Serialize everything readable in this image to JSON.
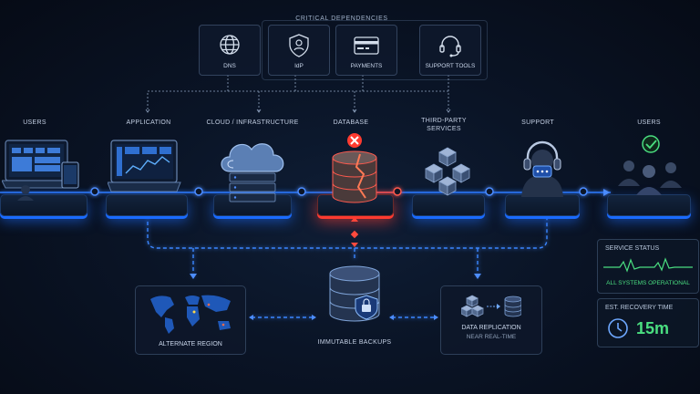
{
  "dependencies": {
    "title": "CRITICAL DEPENDENCIES",
    "items": [
      {
        "label": "DNS",
        "icon": "globe-icon"
      },
      {
        "label": "IdP",
        "icon": "shield-user-icon"
      },
      {
        "label": "PAYMENTS",
        "icon": "credit-card-icon"
      },
      {
        "label": "SUPPORT TOOLS",
        "icon": "headset-icon"
      }
    ]
  },
  "flow": {
    "stages": [
      {
        "label": "USERS",
        "icon": "laptop-devices-icon"
      },
      {
        "label": "APPLICATION",
        "icon": "dashboard-laptop-icon"
      },
      {
        "label": "CLOUD / INFRASTRUCTURE",
        "icon": "cloud-server-icon"
      },
      {
        "label": "DATABASE",
        "icon": "database-icon",
        "status": "failed"
      },
      {
        "label": "THIRD-PARTY SERVICES",
        "icon": "cubes-icon"
      },
      {
        "label": "SUPPORT",
        "icon": "headset-icon"
      },
      {
        "label": "USERS",
        "icon": "users-group-icon",
        "status": "ok"
      }
    ]
  },
  "recovery": {
    "alternate_region": "ALTERNATE REGION",
    "backups": "IMMUTABLE BACKUPS",
    "replication": "DATA REPLICATION",
    "replication_sub": "NEAR REAL-TIME"
  },
  "status_panel": {
    "title": "SERVICE STATUS",
    "state": "ALL SYSTEMS OPERATIONAL"
  },
  "recovery_panel": {
    "title": "EST. RECOVERY TIME",
    "value": "15m"
  },
  "colors": {
    "accent": "#1a6bff",
    "glow": "#3b82f6",
    "error": "#ff3b30",
    "ok": "#4ade80",
    "background": "#0a1426"
  }
}
